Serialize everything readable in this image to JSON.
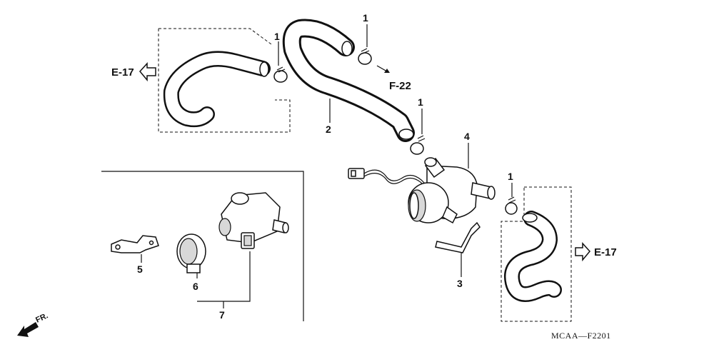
{
  "diagram": {
    "part_labels": {
      "clip_a": "1",
      "clip_b": "1",
      "clip_c": "1",
      "clip_d": "1",
      "hose_main": "2",
      "stay": "3",
      "valve": "4",
      "bracket": "5",
      "band": "6",
      "valve_set": "7"
    },
    "references": {
      "left": "E-17",
      "top": "F-22",
      "right": "E-17"
    },
    "direction": "FR.",
    "drawing_code": "MCAA—F2201"
  },
  "colors": {
    "ink": "#111111",
    "paper": "#ffffff"
  }
}
